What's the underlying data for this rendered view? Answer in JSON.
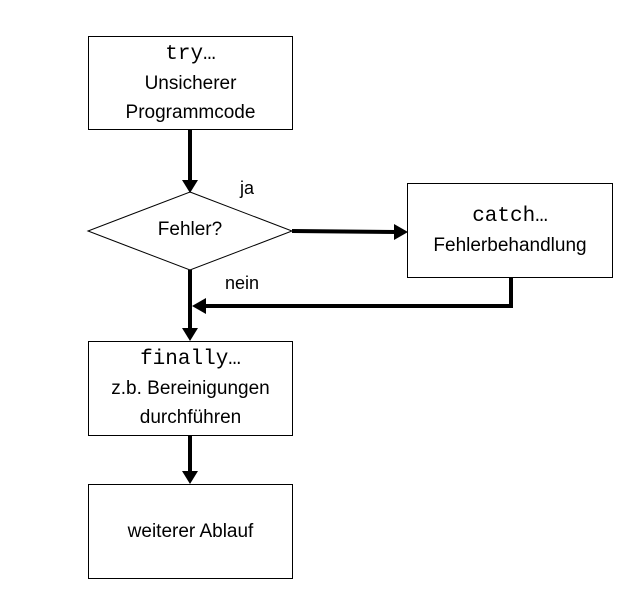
{
  "try_box": {
    "keyword": "try…",
    "line1": "Unsicherer",
    "line2": "Programmcode"
  },
  "decision": {
    "text": "Fehler?",
    "yes_label": "ja",
    "no_label": "nein"
  },
  "catch_box": {
    "keyword": "catch…",
    "line1": "Fehlerbehandlung"
  },
  "finally_box": {
    "keyword": "finally…",
    "line1": "z.b. Bereinigungen",
    "line2": "durchführen"
  },
  "next_box": {
    "line1": "weiterer Ablauf"
  }
}
